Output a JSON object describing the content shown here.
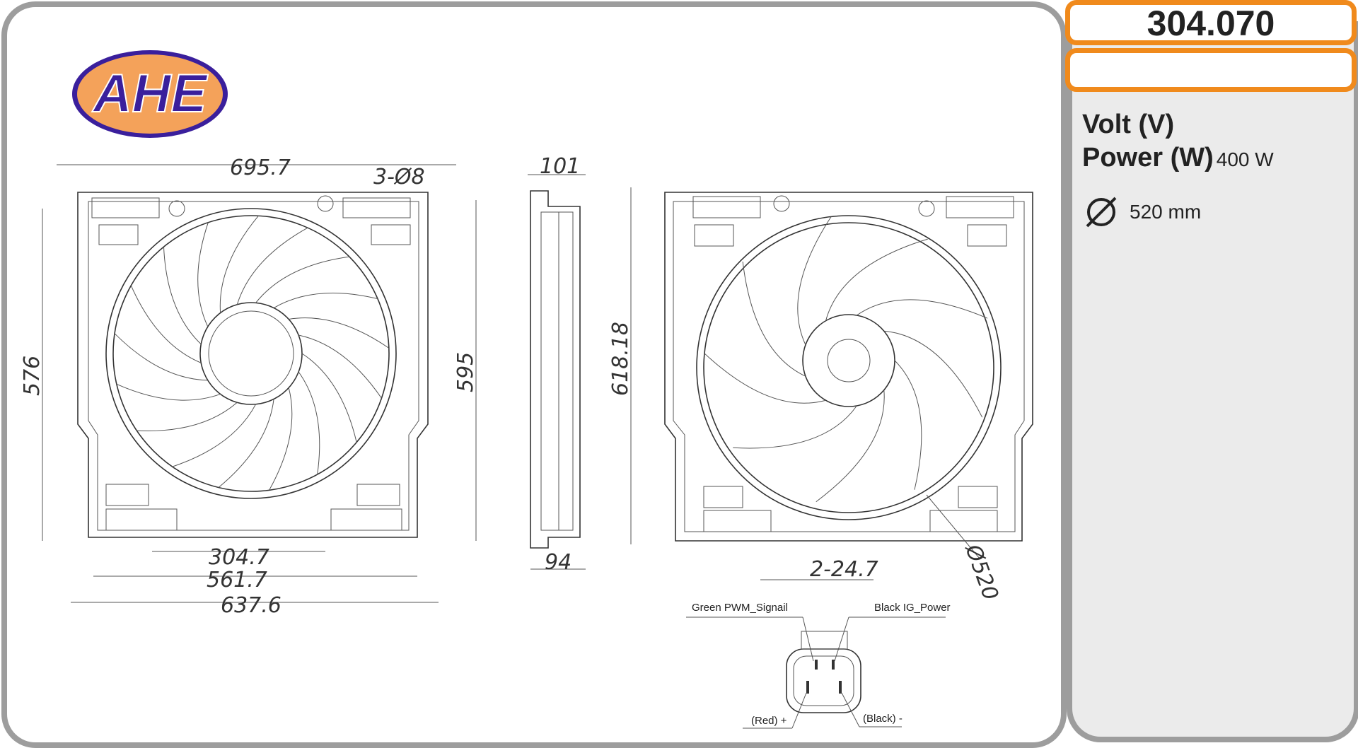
{
  "brand": {
    "logo_text": "AHE",
    "colors": {
      "logo_fill": "#f4a25a",
      "logo_text": "#3a1f9c",
      "accent": "#f08a1c",
      "border": "#9d9d9d"
    }
  },
  "product": {
    "part_number": "304.070",
    "secondary": ""
  },
  "specs": {
    "volt_label": "Volt (V)",
    "power_label": "Power (W)",
    "power_value": "400 W",
    "diameter_icon": "diameter-icon",
    "diameter_value": "520 mm"
  },
  "dimensions": {
    "width_top": "695.7",
    "holes": "3-Ø8",
    "depth_top": "101",
    "height_left": "576",
    "height_right": "595",
    "height_rear": "618.18",
    "bottom_1": "304.7",
    "bottom_2": "561.7",
    "bottom_3": "637.6",
    "depth_bottom": "94",
    "slots": "2-24.7",
    "fan_diameter": "Ø520"
  },
  "connector": {
    "pin_tl": "Green PWM_Signail",
    "pin_tr": "Black IG_Power",
    "pin_bl": "(Red) +",
    "pin_br": "(Black) -"
  }
}
